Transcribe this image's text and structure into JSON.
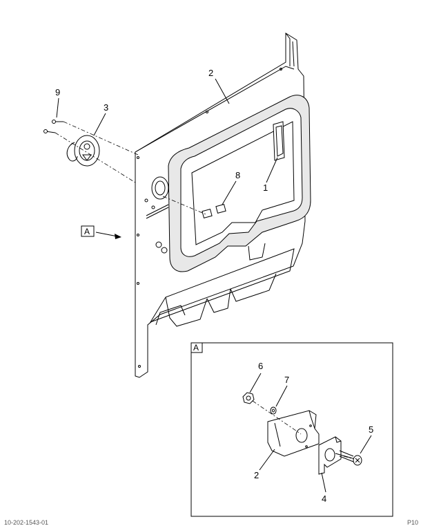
{
  "callouts": {
    "c1": "1",
    "c2": "2",
    "c3": "3",
    "c4": "4",
    "c5": "5",
    "c6": "6",
    "c7": "7",
    "c8": "8",
    "c9": "9",
    "c2_detail": "2"
  },
  "view_refs": {
    "main_ref": "A",
    "detail_ref": "A"
  },
  "footer": {
    "left": "10-202-1543-01",
    "right": "P10"
  }
}
